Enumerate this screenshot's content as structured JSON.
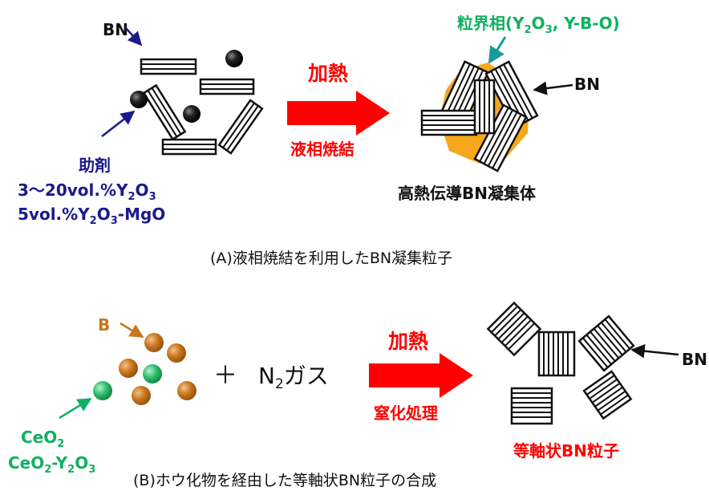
{
  "colors": {
    "navy": "#1a1a8c",
    "red": "#ff0000",
    "green": "#10b060",
    "teal": "#1a9a9a",
    "orange": "#f5a81c",
    "brown": "#c8761c",
    "sphere_green": "#2fbf6e",
    "black": "#111111"
  },
  "panel_a": {
    "bn_label_left": "BN",
    "additive_title": "助剤",
    "additive_line1": "3～20vol.%Y",
    "additive_line1_sub1": "2",
    "additive_line1_mid": "O",
    "additive_line1_sub2": "3",
    "additive_line2": "5vol.%Y",
    "additive_line2_sub1": "2",
    "additive_line2_mid": "O",
    "additive_line2_sub2": "3",
    "additive_line2_tail": "-MgO",
    "arrow_top": "加熱",
    "arrow_bottom": "液相焼結",
    "grain_boundary_prefix": "粒界相(Y",
    "grain_boundary_sub1": "2",
    "grain_boundary_mid": "O",
    "grain_boundary_sub2": "3",
    "grain_boundary_tail": ", Y-B-O)",
    "bn_label_right": "BN",
    "result": "高熱伝導BN凝集体",
    "caption": "(A)液相焼結を利用したBN凝集粒子"
  },
  "panel_b": {
    "b_label": "B",
    "ceo2_main": "CeO",
    "ceo2_sub": "2",
    "mix_main": "CeO",
    "mix_sub1": "2",
    "mix_mid": "-Y",
    "mix_sub2": "2",
    "mix_tail": "O",
    "mix_sub3": "3",
    "plus": "＋",
    "n2_main": "N",
    "n2_sub": "2",
    "n2_tail": "ガス",
    "arrow_top": "加熱",
    "arrow_bottom": "窒化処理",
    "bn_label": "BN",
    "result": "等軸状BN粒子",
    "caption": "(B)ホウ化物を経由した等軸状BN粒子の合成"
  }
}
